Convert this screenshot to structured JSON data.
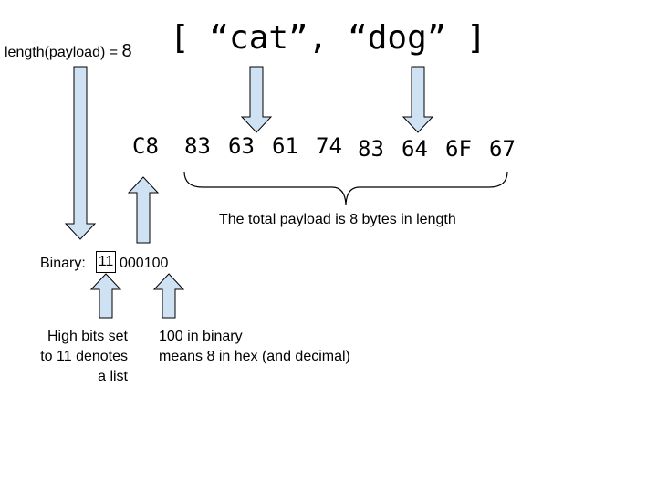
{
  "length_label": {
    "text": "length(payload) = ",
    "value": "8"
  },
  "list_literal": "[ “cat”,  “dog” ]",
  "hex_bytes": [
    "C8",
    "83",
    "63",
    "61",
    "74",
    "83",
    "64",
    "6F",
    "67"
  ],
  "payload_caption": "The total payload is 8 bytes in length",
  "binary": {
    "label": "Binary:",
    "high_bits": "11",
    "rest": "000100"
  },
  "note_high_bits": [
    "High bits set",
    "to 11 denotes",
    "a list"
  ],
  "note_100": [
    "100 in binary",
    "means 8 in hex (and decimal)"
  ],
  "colors": {
    "arrow_fill": "#cfe2f3",
    "stroke": "#000000"
  }
}
